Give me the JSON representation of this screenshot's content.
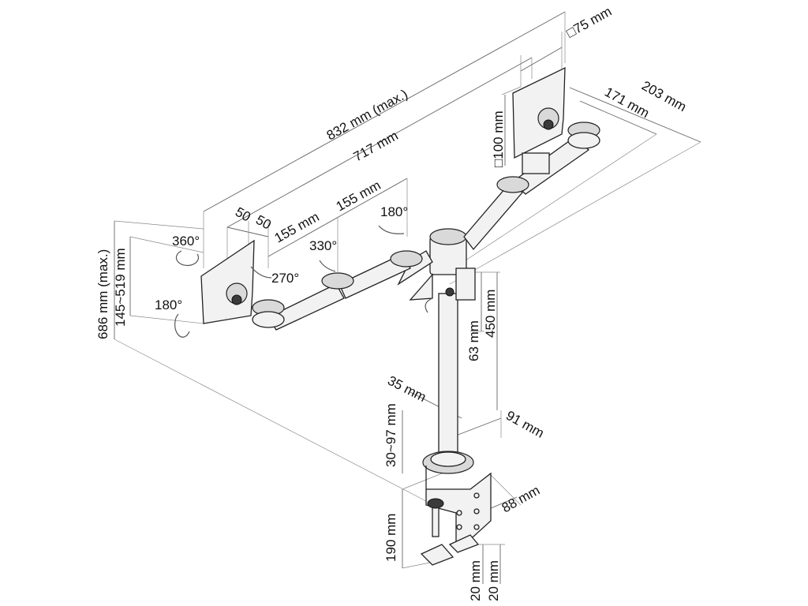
{
  "labels": {
    "vesa_75": "□75 mm",
    "vesa_100": "□100 mm",
    "total_max": "832 mm (max.)",
    "total": "717 mm",
    "depth_203": "203 mm",
    "depth_171": "171 mm",
    "seg_50a": "50",
    "seg_50b": "50",
    "arm_155a": "155 mm",
    "arm_155b": "155 mm",
    "rot_180_top": "180°",
    "rot_360": "360°",
    "rot_330": "330°",
    "rot_270": "270°",
    "rot_180_left": "180°",
    "height_max": "686 mm (max.)",
    "height_range": "145~519 mm",
    "pole_450": "450 mm",
    "pole_63": "63 mm",
    "pole_dia": "35 mm",
    "base_91": "91 mm",
    "clamp_range": "30~97 mm",
    "clamp_88": "88 mm",
    "clamp_190": "190 mm",
    "foot_20a": "20 mm",
    "foot_20b": "20 mm"
  }
}
